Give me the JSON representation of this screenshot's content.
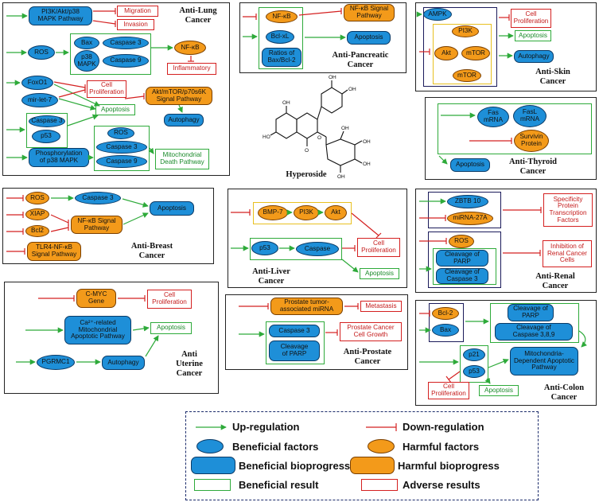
{
  "center": {
    "caption": "Hyperoside"
  },
  "panels": {
    "lung": {
      "title": "Anti-Lung\nCancer",
      "nodes": {
        "pi3k": "PI3K/Akt/p38\nMAPK Pathway",
        "migration": "Migration",
        "invasion": "Invasion",
        "ros": "ROS",
        "bax": "Bax",
        "caspase3": "Caspase 3",
        "p38": "p38\nMAPK",
        "caspase9": "Caspase 9",
        "nfkb": "NF-κB",
        "inflammatory": "Inflammatory",
        "foxo1": "FoxO1",
        "mirlet7": "mir-let-7",
        "cellprolif": "Cell\nProliferation",
        "akt_mtor": "Akt/mTOR/p70s6K\nSignal Pathway",
        "apoptosis": "Apoptosis",
        "autophagy": "Autophagy",
        "caspase3b": "Caspase 3",
        "p53": "p53",
        "ros2": "ROS",
        "caspase3c": "Caspase 3",
        "caspase9b": "Caspase 9",
        "phospho": "Phosphorylation\nof p38 MAPK",
        "mito": "Mitochondrial\nDeath Pathway"
      }
    },
    "pancreatic": {
      "title": "Anti-Pancreatic\nCancer",
      "nodes": {
        "nfkb": "NF-κB",
        "nfkb_path": "NF-κB Signal\nPathway",
        "bcl": "Bcl-xL",
        "apoptosis": "Apoptosis",
        "ratio": "Ratios of\nBax/Bcl-2"
      }
    },
    "skin": {
      "title": "Anti-Skin\nCancer",
      "nodes": {
        "ampk": "AMPK",
        "cellprolif": "Cell\nProliferation",
        "pi3k": "PI3K",
        "apoptosis": "Apoptosis",
        "akt": "Akt",
        "mtor": "mTOR",
        "autophagy": "Autophagy",
        "mtor2": "mTOR"
      }
    },
    "thyroid": {
      "title": "Anti-Thyroid\nCancer",
      "nodes": {
        "fas": "Fas\nmRNA",
        "fasl": "FasL\nmRNA",
        "survivin": "Survivin\nProtein",
        "apoptosis": "Apoptosis"
      }
    },
    "breast": {
      "title": "Anti-Breast\nCancer",
      "nodes": {
        "ros": "ROS",
        "caspase3": "Caspase 3",
        "xiap": "XIAP",
        "bcl2": "Bcl2",
        "nfkb": "NF-κB Signal\nPathway",
        "apoptosis": "Apoptosis",
        "tlr4": "TLR4-NF-κB\nSignal Pathway"
      }
    },
    "liver": {
      "title": "Anti-Liver\nCancer",
      "nodes": {
        "bmp7": "BMP-7",
        "pi3k": "PI3K",
        "akt": "Akt",
        "p53": "p53",
        "caspase": "Caspase",
        "cellprolif": "Cell\nProliferation",
        "apoptosis": "Apoptosis"
      }
    },
    "renal": {
      "title": "Anti-Renal\nCancer",
      "nodes": {
        "zbtb": "ZBTB 10",
        "mir": "miRNA-27A",
        "sp": "Specificity\nProtein\nTranscription\nFactors",
        "ros": "ROS",
        "inhibition": "Inhibition of\nRenal Cancer\nCells",
        "parp": "Cleavage of\nPARP",
        "casp3": "Cleavage of\nCaspase 3"
      }
    },
    "uterine": {
      "title": "Anti\nUterine\nCancer",
      "nodes": {
        "cmyc": "C-MYC\nGene",
        "cellprolif": "Cell\nProliferation",
        "ca": "Ca²⁺-related\nMitochondrial\nApoptotic Pathway",
        "apoptosis": "Apoptosis",
        "pgrmc1": "PGRMC1",
        "autophagy": "Autophagy"
      }
    },
    "prostate": {
      "title": "Anti-Prostate\nCancer",
      "nodes": {
        "mirna": "Prostate tumor-\nassociated miRNA",
        "metastasis": "Metastasis",
        "caspase3": "Caspase 3",
        "pcg": "Prostate Cancer\nCell Growth",
        "parp": "Cleavage\nof PARP"
      }
    },
    "colon": {
      "title": "Anti-Colon\nCancer",
      "nodes": {
        "bcl2": "Bcl-2",
        "parp": "Cleavage of\nPARP",
        "bax": "Bax",
        "casp": "Cleavage of\nCaspase 3,8,9",
        "mito": "Mitochondria-\nDependent Apoptotic\nPathway",
        "p21": "p21",
        "p53": "p53",
        "cellprolif": "Cell\nProliferation",
        "apoptosis": "Apoptosis"
      }
    }
  },
  "legend": {
    "up": "Up-regulation",
    "down": "Down-regulation",
    "bf": "Beneficial factors",
    "hf": "Harmful factors",
    "bbp": "Beneficial bioprogress",
    "hbp": "Harmful bioprogress",
    "br": "Beneficial result",
    "ar": "Adverse results"
  },
  "colors": {
    "up": "#2eaa3a",
    "down": "#d42020",
    "beneficial": "#1e8fd8",
    "harmful": "#f39a1a"
  }
}
